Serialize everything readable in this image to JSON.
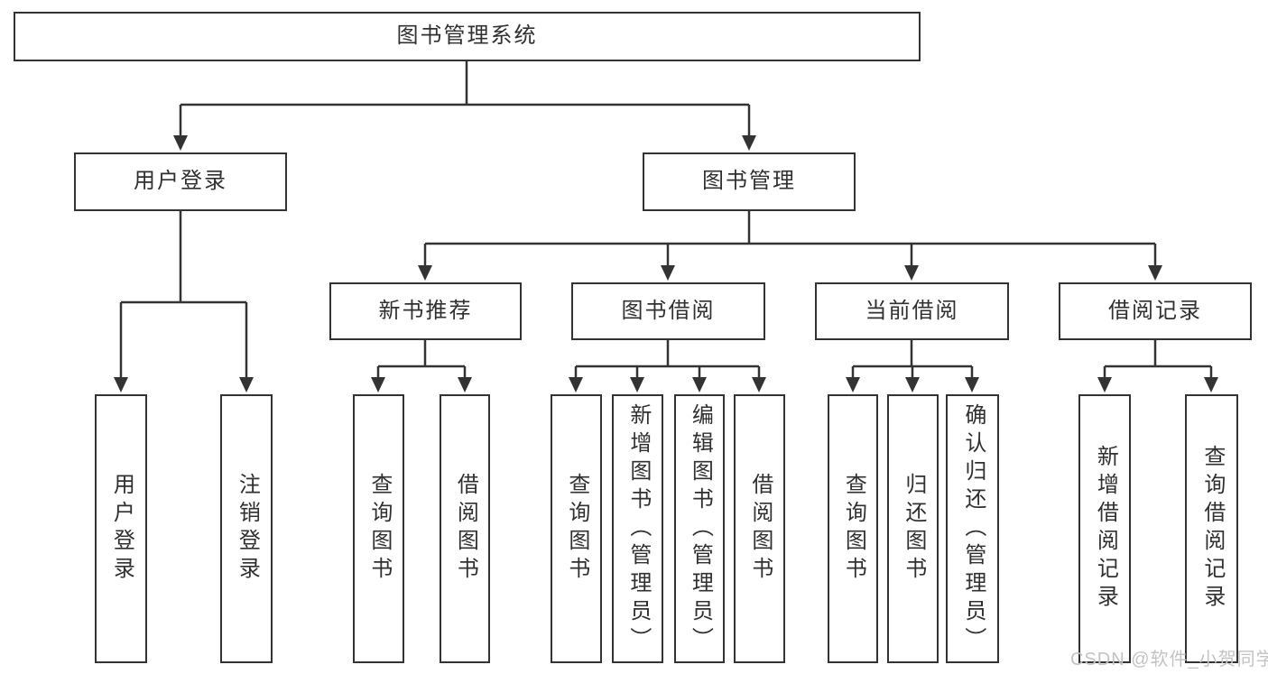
{
  "nodes": {
    "root": "图书管理系统",
    "user_login": "用户登录",
    "book_management": "图书管理",
    "new_book_recommend": "新书推荐",
    "book_borrow": "图书借阅",
    "current_borrow": "当前借阅",
    "borrow_record": "借阅记录",
    "leaf_user_login": "用户登录",
    "leaf_logout": "注销登录",
    "leaf_query_book_recommend": "查询图书",
    "leaf_borrow_book_recommend": "借阅图书",
    "leaf_query_book_borrow": "查询图书",
    "leaf_add_book_admin": "新增图书（管理员）",
    "leaf_edit_book_admin": "编辑图书（管理员）",
    "leaf_borrow_book_borrow": "借阅图书",
    "leaf_query_book_current": "查询图书",
    "leaf_return_book": "归还图书",
    "leaf_confirm_return_admin": "确认归还（管理员）",
    "leaf_add_borrow_record": "新增借阅记录",
    "leaf_query_borrow_record": "查询借阅记录"
  },
  "hierarchy": {
    "图书管理系统": {
      "用户登录": [
        "用户登录",
        "注销登录"
      ],
      "图书管理": {
        "新书推荐": [
          "查询图书",
          "借阅图书"
        ],
        "图书借阅": [
          "查询图书",
          "新增图书（管理员）",
          "编辑图书（管理员）",
          "借阅图书"
        ],
        "当前借阅": [
          "查询图书",
          "归还图书",
          "确认归还（管理员）"
        ],
        "借阅记录": [
          "新增借阅记录",
          "查询借阅记录"
        ]
      }
    }
  },
  "watermark": "CSDN @软件_小贺同学",
  "colors": {
    "line": "#333333",
    "text": "#303030",
    "background": "#ffffff",
    "watermark": "#c3c3c3"
  }
}
